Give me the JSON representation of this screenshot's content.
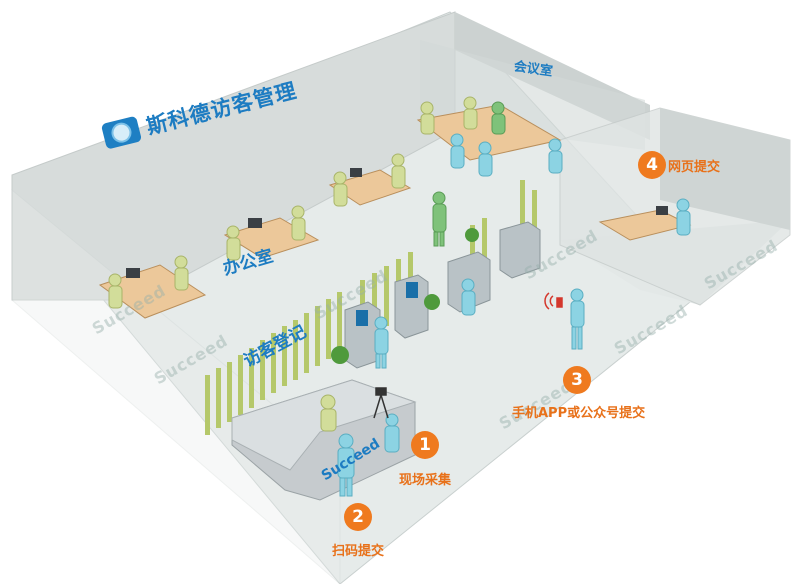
{
  "brand": {
    "name": "斯科德访客管理"
  },
  "rooms": {
    "meeting": "会议室",
    "office": "办公室",
    "registration": "访客登记"
  },
  "steps": [
    {
      "number": "1",
      "label": "现场采集"
    },
    {
      "number": "2",
      "label": "扫码提交"
    },
    {
      "number": "3",
      "label": "手机APP或公众号提交"
    },
    {
      "number": "4",
      "label": "网页提交"
    }
  ],
  "watermark": "Succeed",
  "colors": {
    "accent": "#ef7a1f",
    "brand": "#1d7cc2",
    "wall": "#d7dcdb",
    "floor": "#e6ebea",
    "fence": "#b5c86a",
    "person_visitor": "#8cd3e3",
    "person_staff": "#d2dd9a"
  }
}
